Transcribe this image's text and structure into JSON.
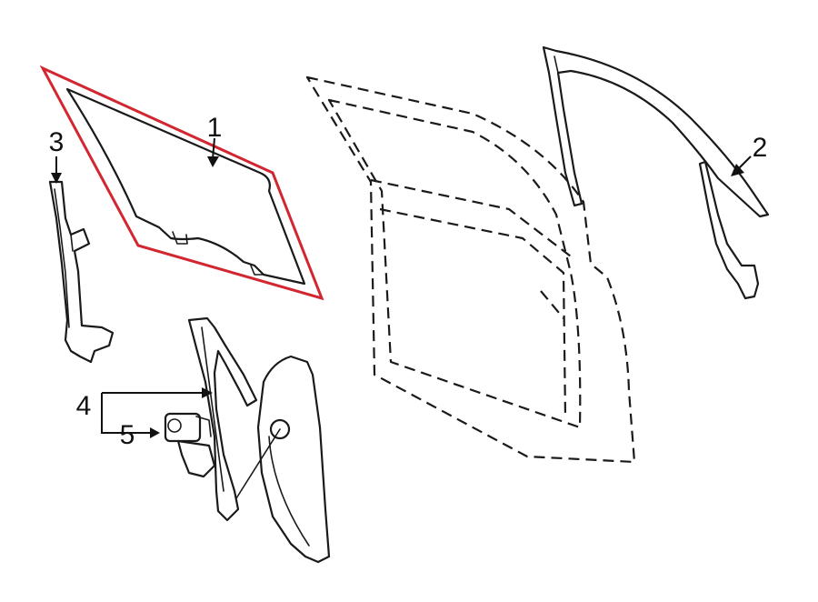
{
  "callouts": {
    "c1": "1",
    "c2": "2",
    "c3": "3",
    "c4": "4",
    "c5": "5"
  },
  "colors": {
    "highlight": "#d22630",
    "line": "#1a1a1a",
    "background": "#ffffff"
  }
}
